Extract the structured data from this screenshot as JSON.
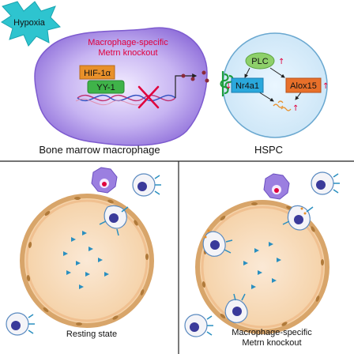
{
  "top_panel": {
    "hypoxia_label": "Hypoxia",
    "knockout_title_line1": "Macrophage-specific",
    "knockout_title_line2": "Metrn knockout",
    "hif_label": "HIF-1α",
    "yy1_label": "YY-1",
    "macrophage_label": "Bone marrow macrophage",
    "plc_label": "PLC",
    "nr4a1_label": "Nr4a1",
    "alox15_label": "Alox15",
    "hspc_label": "HSPC"
  },
  "bottom_left": {
    "state_label": "Resting state"
  },
  "bottom_right": {
    "state_label_line1": "Macrophage-specific",
    "state_label_line2": "Metrn knockout"
  },
  "colors": {
    "macrophage_purple": "#9b7fe0",
    "hypoxia_cyan": "#2ec4cf",
    "knockout_red": "#e0003c",
    "hif_orange": "#e8902a",
    "yy1_green": "#3fb349",
    "nr4a1_blue": "#2aa8dc",
    "alox15_orange": "#e8702a",
    "plc_green": "#8ed06a",
    "bone_tan": "#f5d5a8",
    "bone_cell_brown": "#b07a3a",
    "hspc_blue": "#2a8fc0",
    "receptor_green": "#1e9e3c"
  }
}
